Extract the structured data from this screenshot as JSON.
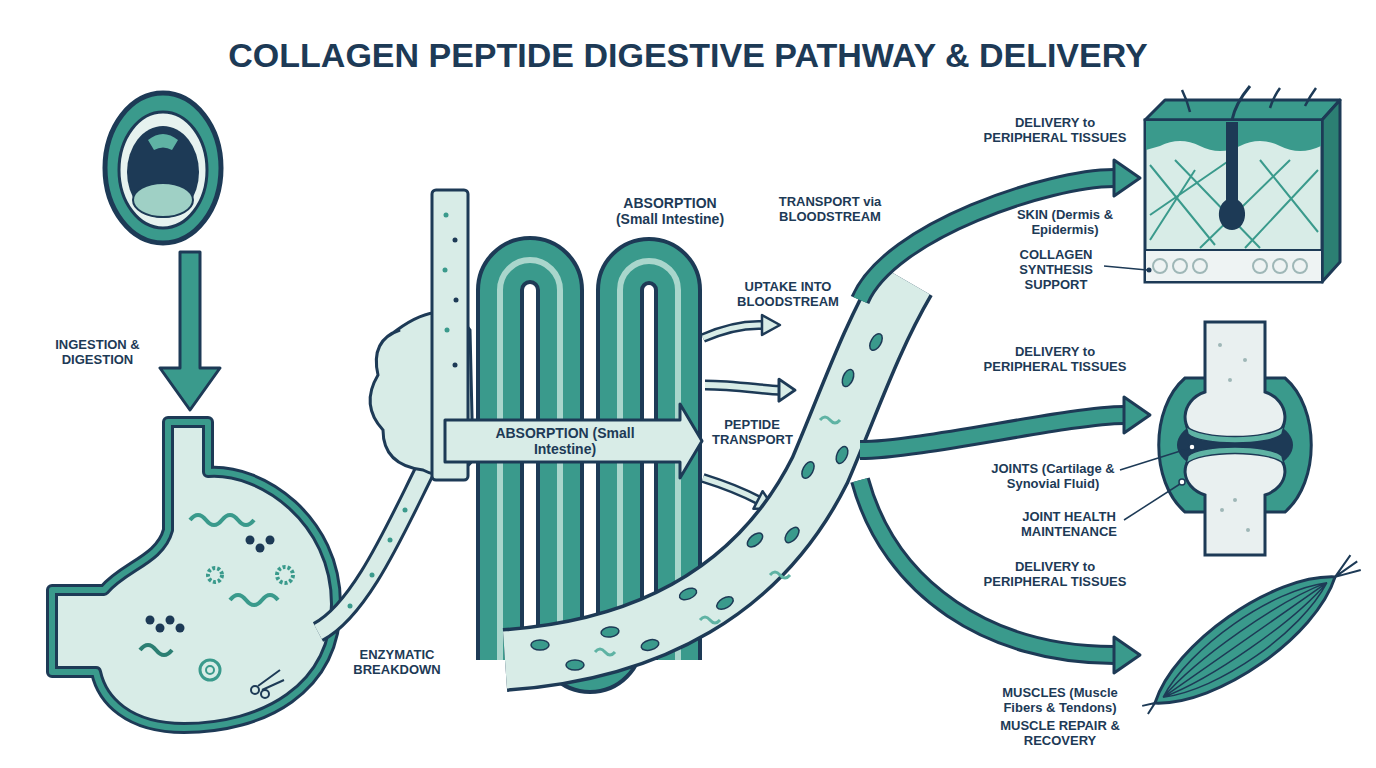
{
  "diagram": {
    "title": "COLLAGEN PEPTIDE DIGESTIVE PATHWAY & DELIVERY",
    "nodes": [
      {
        "text": [
          "ABSORPTION (Small Intestine)",
          "ABSORPTION (Small Intestine)"
        ]
      },
      {
        "text": [
          "TRANSPORT via BLOODSTREAM"
        ]
      },
      {
        "text": [
          "SKIN (Dermis & Epidermis)",
          "COLLAGEN SYNTHESIS SUPPORT"
        ]
      },
      {
        "text": [
          "JOINTS (Cartilage & Synovial Fluid)",
          "JOINT HEALTH MAINTENANCE"
        ]
      },
      {
        "text": [
          "MUSCLES (Muscle Fibers & Tendons)",
          "MUSCLE REPAIR & RECOVERY"
        ]
      }
    ],
    "edges": [
      {
        "from": 0,
        "to": 1,
        "arrow": "to",
        "label": "UPTAKE INTO BLOODSTREAM"
      },
      {
        "from": 1,
        "to": 2,
        "arrow": "to",
        "label": "DELIVERY to PERIPHERAL TISSUES"
      },
      {
        "from": 1,
        "to": 3,
        "arrow": "to",
        "label": "DELIVERY to PERIPHERAL TISSUES"
      },
      {
        "from": 1,
        "to": 4,
        "arrow": "to",
        "label": "DELIVERY to PERIPHERAL TISSUES"
      }
    ],
    "labels": [
      "INGESTION & DIGESTION",
      "ENZYMATIC BREAKDOWN",
      "PEPTIDE TRANSPORT"
    ]
  }
}
